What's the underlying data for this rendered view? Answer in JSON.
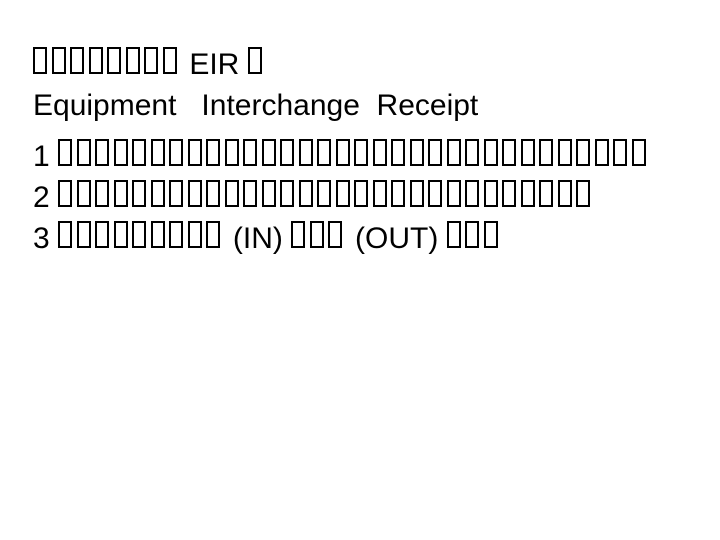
{
  "page": {
    "background_color": "#ffffff",
    "text_color": "#000000"
  },
  "slide": {
    "lines": [
      {
        "id": "title-line",
        "segments": [
          {
            "type": "tofu",
            "count": 8
          },
          {
            "type": "text",
            "value": " EIR "
          },
          {
            "type": "tofu",
            "count": 1
          }
        ]
      },
      {
        "id": "subtitle-line",
        "segments": [
          {
            "type": "text",
            "value": "Equipment   Interchange  Receipt"
          }
        ]
      },
      {
        "id": "list-item-1",
        "segments": [
          {
            "type": "text",
            "value": "1 "
          },
          {
            "type": "tofu",
            "count": 32
          }
        ]
      },
      {
        "id": "list-item-2",
        "segments": [
          {
            "type": "text",
            "value": "2 "
          },
          {
            "type": "tofu",
            "count": 29
          }
        ]
      },
      {
        "id": "list-item-3",
        "segments": [
          {
            "type": "text",
            "value": "3 "
          },
          {
            "type": "tofu",
            "count": 9
          },
          {
            "type": "text",
            "value": " (IN) "
          },
          {
            "type": "tofu",
            "count": 3
          },
          {
            "type": "text",
            "value": " (OUT) "
          },
          {
            "type": "tofu",
            "count": 3
          }
        ]
      }
    ]
  }
}
